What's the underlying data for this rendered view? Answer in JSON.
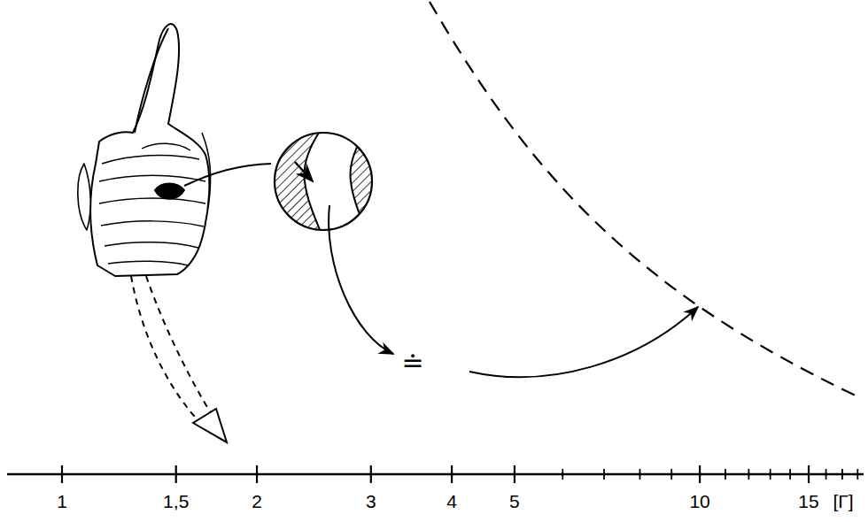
{
  "diagram": {
    "labels": [
      "≐",
      "1",
      "1,5",
      "2",
      "3",
      "4",
      "5",
      "10",
      "15",
      "[Г]"
    ]
  }
}
